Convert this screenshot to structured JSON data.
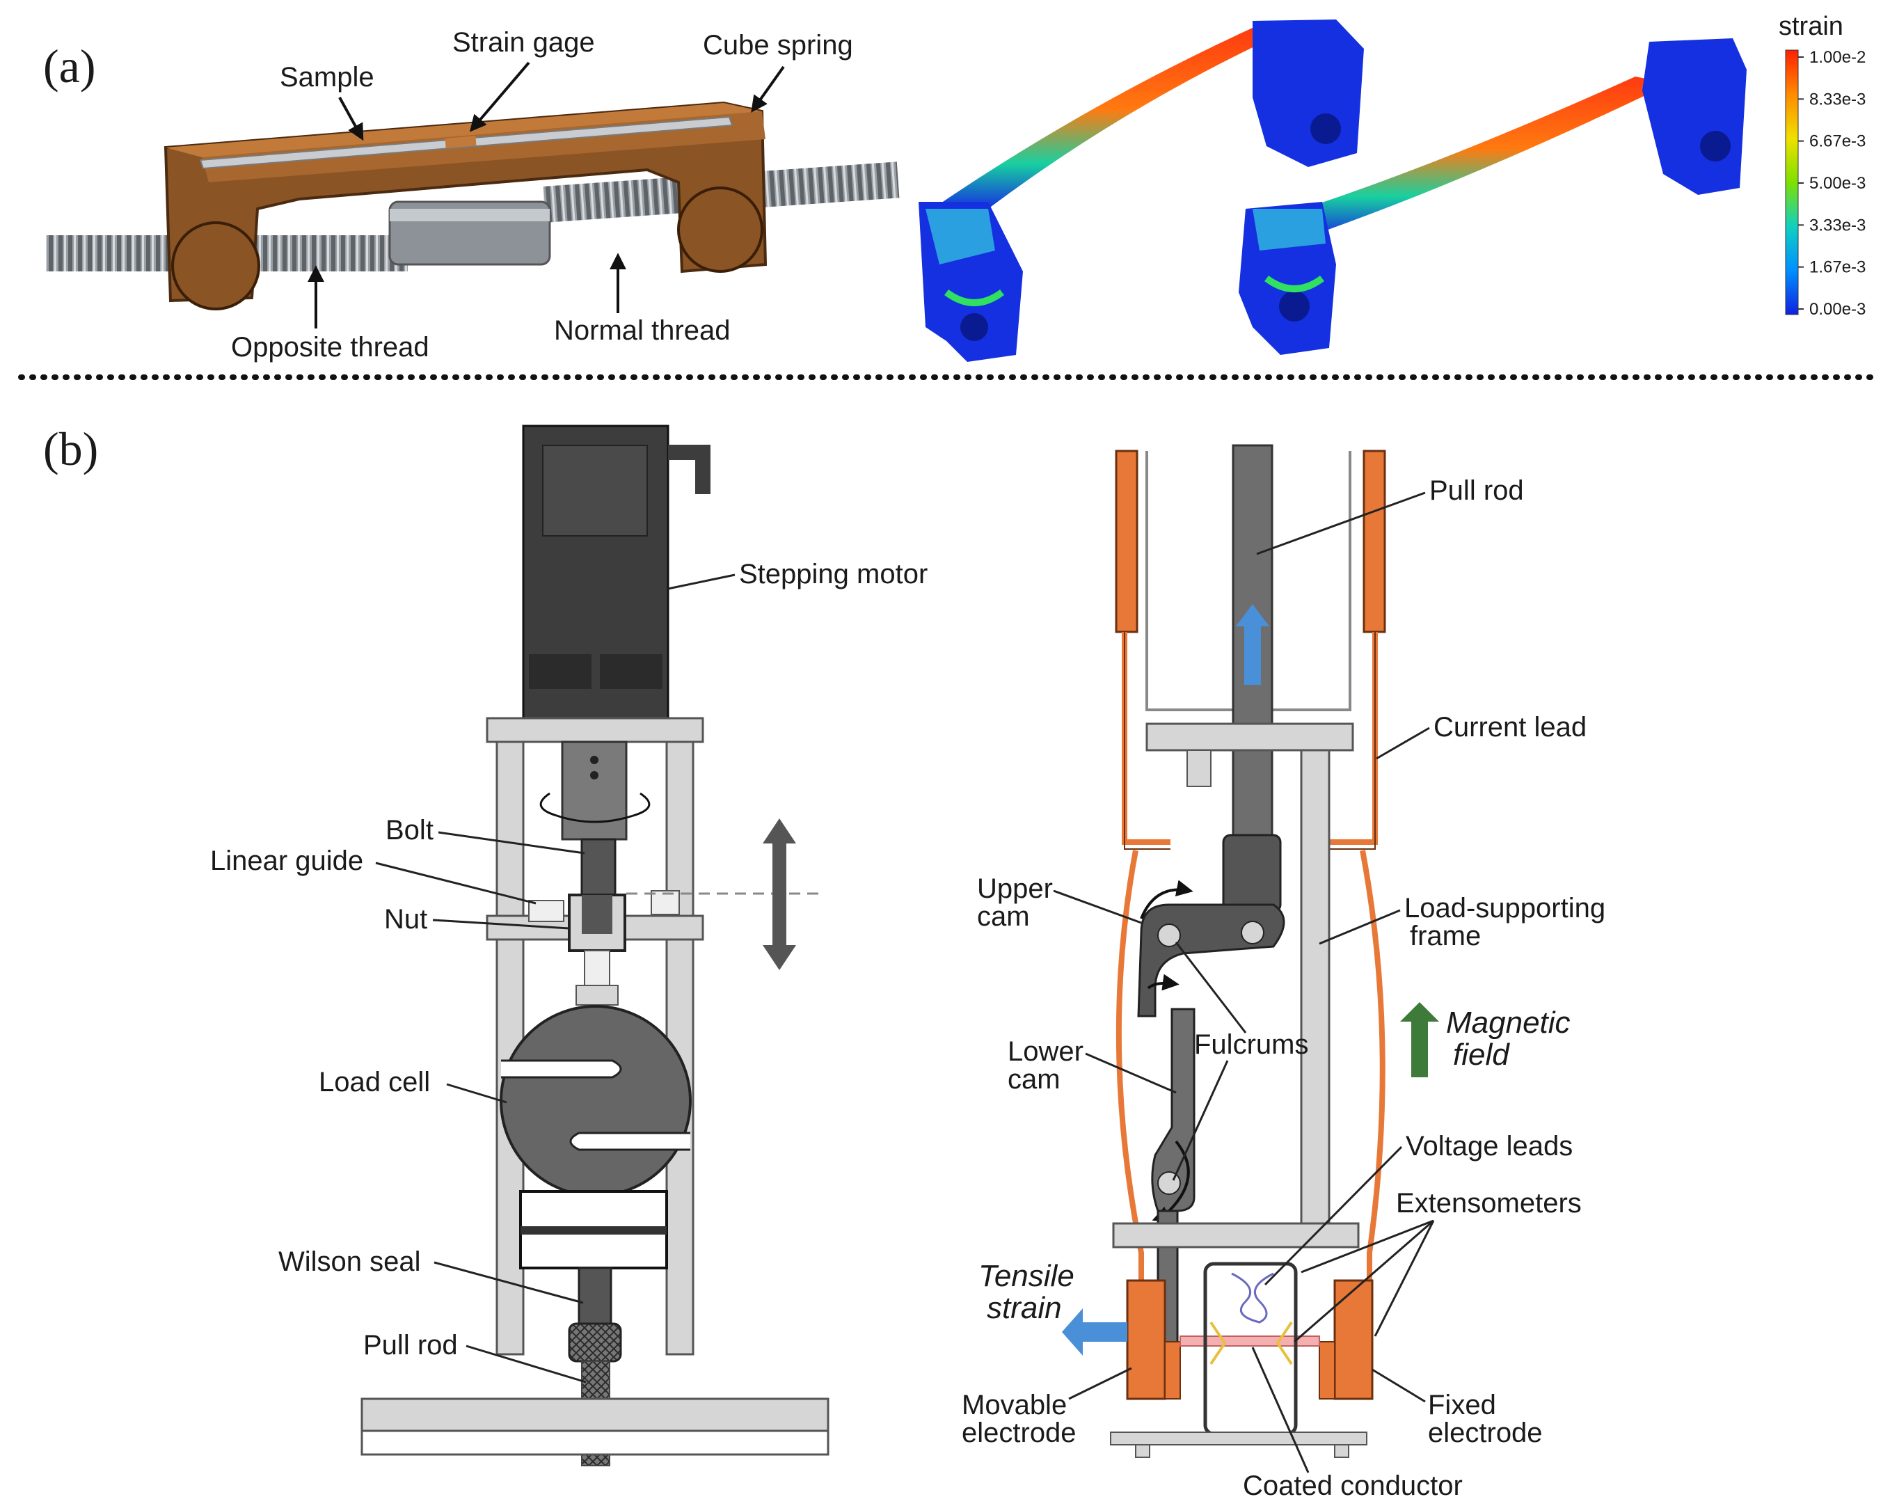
{
  "panel_a": {
    "letter": "(a)",
    "labels": {
      "sample": "Sample",
      "strain_gage": "Strain gage",
      "cube_spring": "Cube spring",
      "opposite_thread": "Opposite thread",
      "normal_thread": "Normal thread"
    },
    "colorbar": {
      "title": "strain",
      "ticks": [
        "1.00e-2",
        "8.33e-3",
        "6.67e-3",
        "5.00e-3",
        "3.33e-3",
        "1.67e-3",
        "0.00e-3"
      ],
      "colors": [
        "#ff2000",
        "#ff8a00",
        "#f0e000",
        "#7ee000",
        "#10d0c0",
        "#0090ff",
        "#1020e0"
      ]
    }
  },
  "panel_b": {
    "letter": "(b)",
    "left_labels": {
      "stepping_motor": "Stepping motor",
      "bolt": "Bolt",
      "linear_guide": "Linear guide",
      "nut": "Nut",
      "load_cell": "Load cell",
      "wilson_seal": "Wilson seal",
      "pull_rod": "Pull rod"
    },
    "right_labels": {
      "pull_rod": "Pull rod",
      "current_lead": "Current lead",
      "upper_cam_1": "Upper",
      "upper_cam_2": "cam",
      "load_frame_1": "Load-supporting",
      "load_frame_2": "frame",
      "lower_cam_1": "Lower",
      "lower_cam_2": "cam",
      "fulcrums": "Fulcrums",
      "magnetic_1": "Magnetic",
      "magnetic_2": "field",
      "voltage_leads": "Voltage leads",
      "extensometers": "Extensometers",
      "tensile_1": "Tensile",
      "tensile_2": "strain",
      "movable_1": "Movable",
      "movable_2": "electrode",
      "fixed_1": "Fixed",
      "fixed_2": "electrode",
      "coated_conductor": "Coated conductor"
    }
  },
  "colors": {
    "bronze": "#8a5424",
    "bronze_light": "#c27a3a",
    "motor": "#3d3d3d",
    "dark_gray": "#555555",
    "mid_gray": "#7a7a7a",
    "light_gray": "#d6d6d6",
    "copper": "#e87838",
    "blue_arrow": "#4a90d8",
    "green_arrow": "#3e7a3a"
  }
}
